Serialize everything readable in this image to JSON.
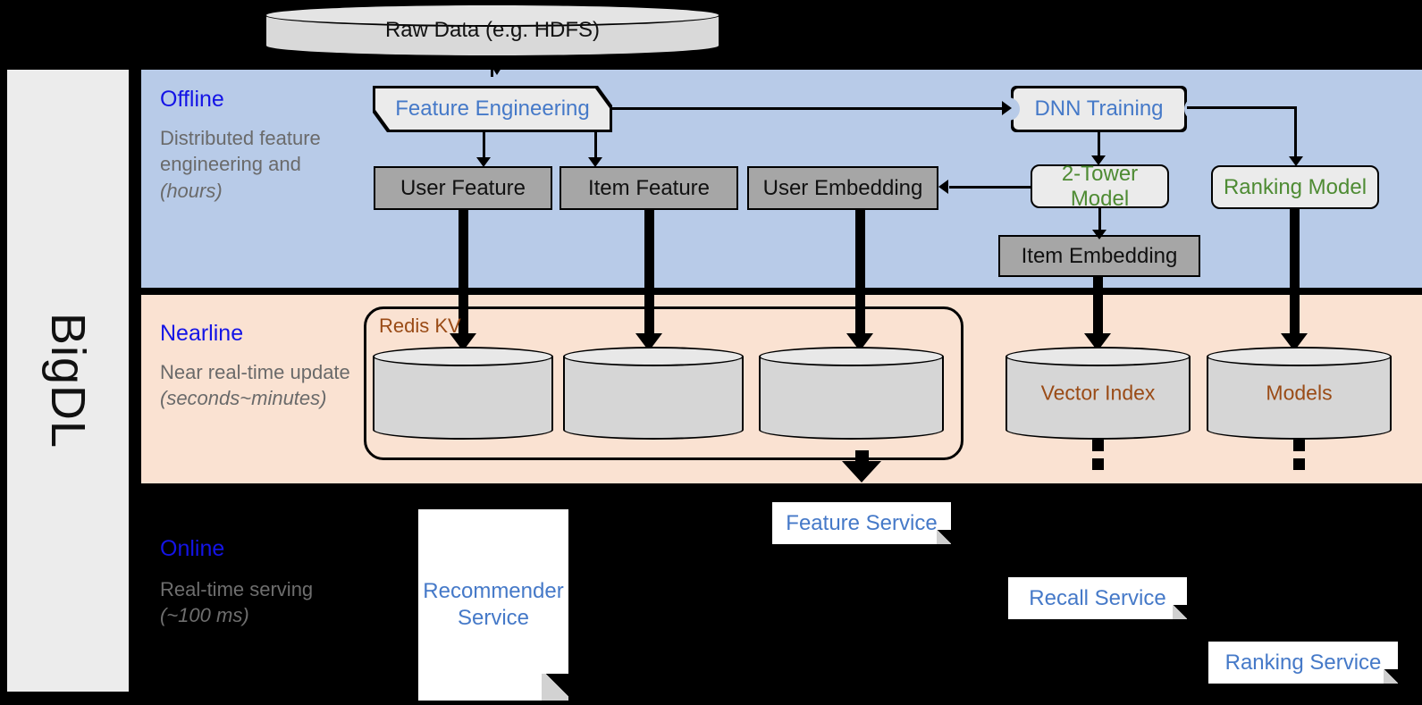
{
  "framework": {
    "name": "BigDL"
  },
  "top": {
    "raw_data": "Raw Data (e.g. HDFS)"
  },
  "bands": {
    "offline": {
      "title": "Offline",
      "description": "Distributed feature engineering and ",
      "description_italic": "(hours)",
      "color": "#b8cbe8"
    },
    "nearline": {
      "title": "Nearline",
      "description": "Near real-time update ",
      "description_italic": "(seconds~minutes)",
      "color": "#fae2d2"
    },
    "online": {
      "title": "Online",
      "description": "Real-time serving ",
      "description_italic": "(~100 ms)",
      "color": "#000000"
    }
  },
  "offline_nodes": {
    "feature_engineering": "Feature Engineering",
    "dnn_training": "DNN Training",
    "user_feature": "User Feature",
    "item_feature": "Item Feature",
    "user_embedding": "User Embedding",
    "two_tower_model": "2-Tower Model",
    "ranking_model": "Ranking Model",
    "item_embedding": "Item Embedding"
  },
  "nearline_nodes": {
    "redis_kv": "Redis KV",
    "store_1": "",
    "store_2": "",
    "store_3": "",
    "vector_index": "Vector Index",
    "models": "Models"
  },
  "online_nodes": {
    "recommender_service": "Recommender Service",
    "feature_service": "Feature Service",
    "recall_service": "Recall Service",
    "ranking_service": "Ranking Service"
  },
  "colors": {
    "title_blue": "#1414e6",
    "node_blue": "#4579c8",
    "node_green": "#4e8b33",
    "node_brown": "#9a4b16",
    "caption_gray": "#6a6a6a"
  }
}
